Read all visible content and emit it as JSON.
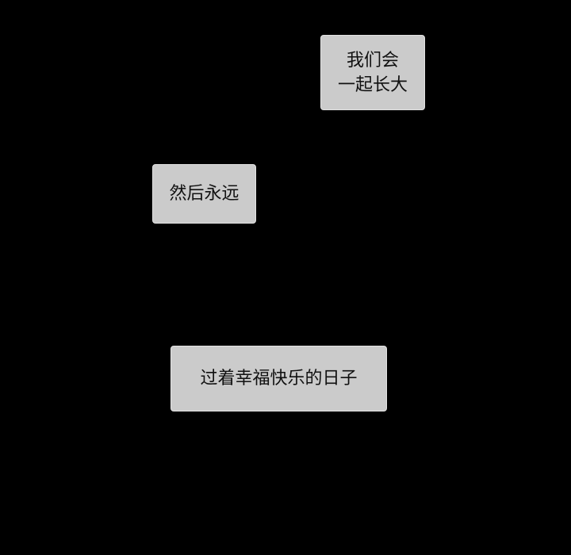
{
  "captions": [
    {
      "lines": [
        "我们会",
        "一起长大"
      ]
    },
    {
      "lines": [
        "然后永远"
      ]
    },
    {
      "lines": [
        "过着幸福快乐的日子"
      ]
    }
  ],
  "colors": {
    "background": "#000000",
    "caption_fill": "#cbcbcb",
    "caption_text": "#111111"
  }
}
